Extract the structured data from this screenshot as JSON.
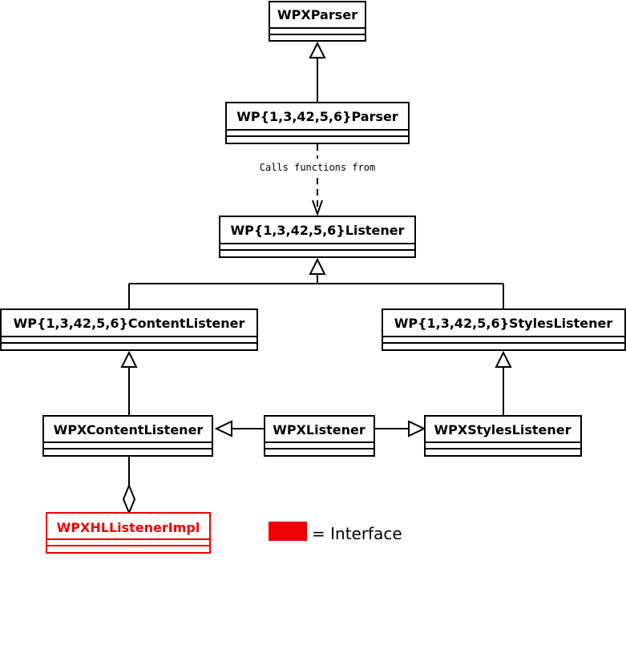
{
  "colors": {
    "line": "#000000",
    "interface": "#ee0000",
    "background": "#ffffff"
  },
  "classes": {
    "wpxparser": "WPXParser",
    "wp_parser": "WP{1,3,42,5,6}Parser",
    "wp_listener": "WP{1,3,42,5,6}Listener",
    "wp_content_listener": "WP{1,3,42,5,6}ContentListener",
    "wp_styles_listener": "WP{1,3,42,5,6}StylesListener",
    "wpx_content_listener": "WPXContentListener",
    "wpx_listener": "WPXListener",
    "wpx_styles_listener": "WPXStylesListener",
    "wpx_hl_listener_impl": "WPXHLListenerImpl"
  },
  "relations": {
    "calls_label": "Calls functions from"
  },
  "legend": {
    "text": "= Interface"
  }
}
